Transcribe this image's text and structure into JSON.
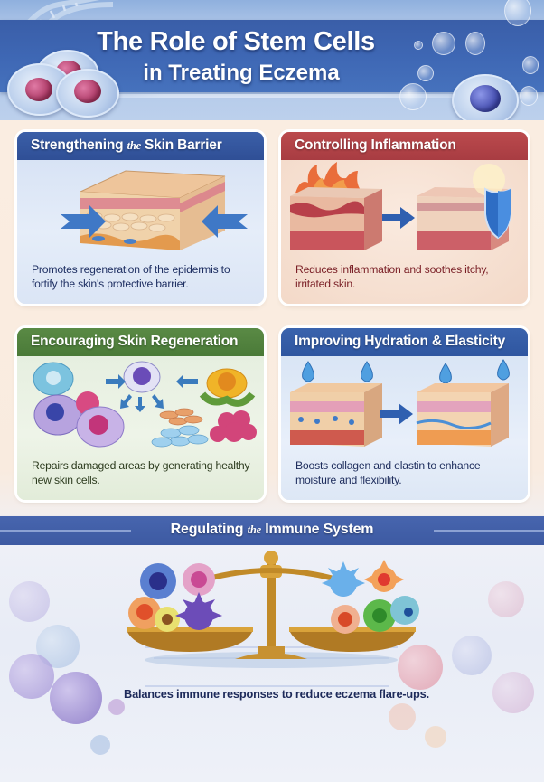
{
  "header": {
    "title_line1": "The Role of Stem Cells",
    "title_line2": "in Treating Eczema",
    "illustrations": [
      "dna-helix-icon",
      "stem-cell-cluster-icon",
      "floating-cell-bubbles-icon"
    ]
  },
  "cards": [
    {
      "id": "skin-barrier",
      "title_part1": "Strengthening ",
      "title_small": "the",
      "title_part2": " Skin Barrier",
      "description": "Promotes regeneration of the epidermis to fortify the skin's protective barrier.",
      "illustration": "skin-layer-with-compress-arrows-icon",
      "header_color": "#34559e"
    },
    {
      "id": "inflammation",
      "title": "Controlling Inflammation",
      "description": "Reduces inflammation and soothes itchy, irritated skin.",
      "illustration": "inflamed-skin-to-shielded-skin-icon",
      "header_color": "#b24448"
    },
    {
      "id": "regeneration",
      "title": "Encouraging Skin Regeneration",
      "description": "Repairs damaged areas by generating healthy new skin cells.",
      "illustration": "stem-cells-differentiating-icon",
      "header_color": "#53833f"
    },
    {
      "id": "hydration",
      "title": "Improving Hydration & Elasticity",
      "description": "Boosts collagen and elastin to enhance moisture and flexibility.",
      "illustration": "hydrated-skin-layers-with-droplets-icon",
      "header_color": "#345ca6"
    }
  ],
  "immune": {
    "title_part1": "Regulating ",
    "title_small": "the",
    "title_part2": " Immune System",
    "description": "Balances immune responses to reduce eczema flare-ups.",
    "illustration": "balance-scale-immune-cells-icon",
    "banner_color": "#4260a8"
  },
  "colors": {
    "page_background": "#f9ece0",
    "header_band": "#3e67b4",
    "title_text": "#ffffff"
  }
}
